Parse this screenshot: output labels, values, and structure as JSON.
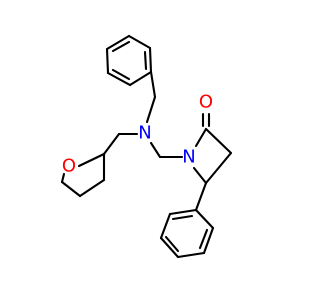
{
  "molecule": {
    "atoms": [
      {
        "label": "N",
        "color": "#0000ff"
      },
      {
        "label": "N",
        "color": "#0000ff"
      },
      {
        "label": "O",
        "color": "#ff0000"
      },
      {
        "label": "O",
        "color": "#ff0000"
      }
    ]
  }
}
